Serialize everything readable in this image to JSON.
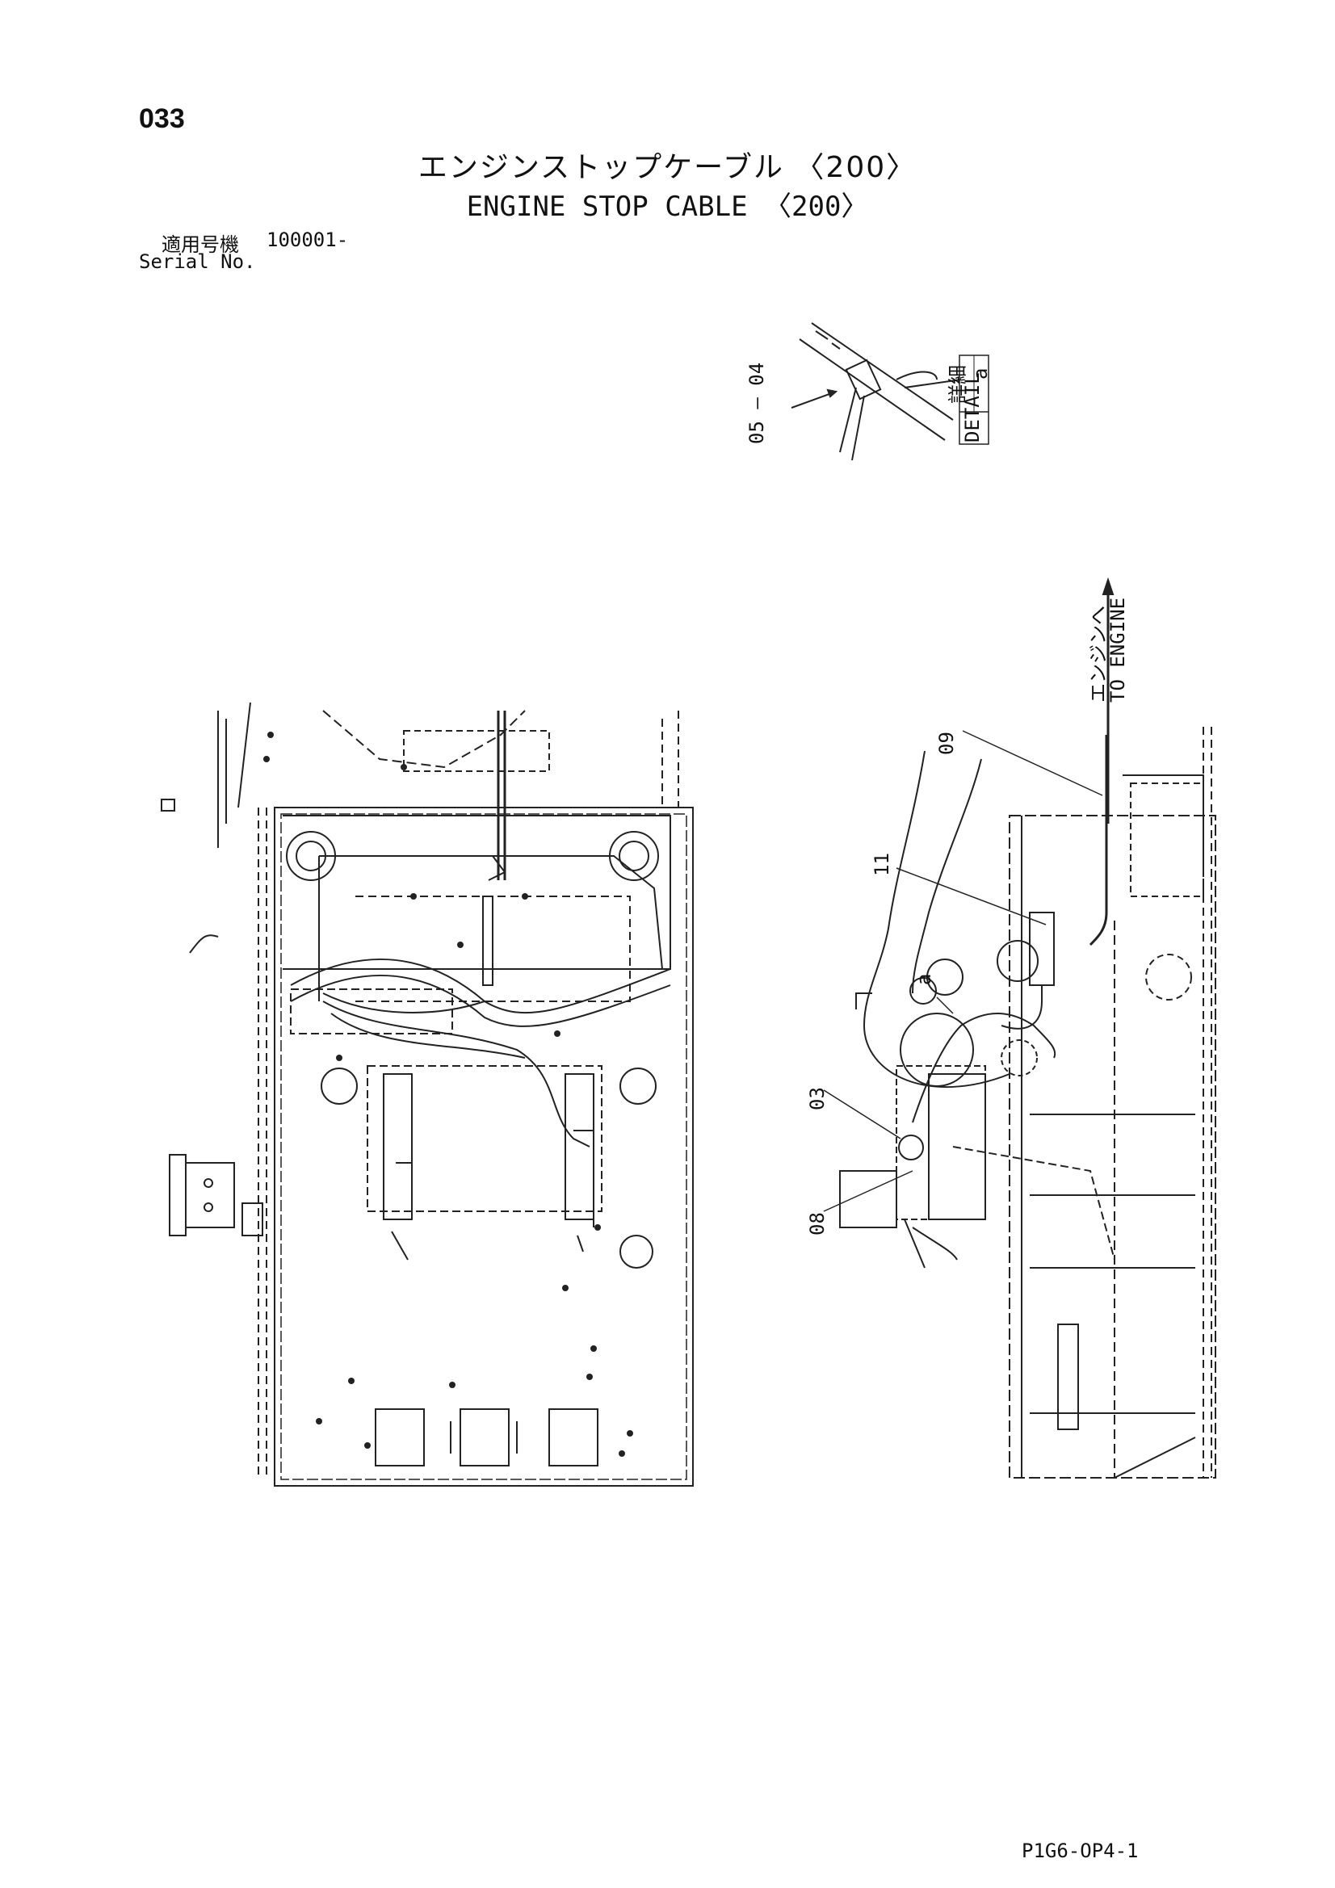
{
  "header": {
    "page_number": "033",
    "title_ja": "エンジンストップケーブル 〈200〉",
    "title_en": "ENGINE STOP CABLE 〈200〉",
    "serial_label_ja": "適用号機",
    "serial_value": "100001-",
    "serial_label_en": "Serial No."
  },
  "detail": {
    "label_ja": "詳細",
    "label_en": "DETAIL",
    "letter": "a",
    "part_range": "05 — 04"
  },
  "callouts": {
    "p09": "09",
    "p11": "11",
    "p03": "03",
    "p08": "08",
    "marker": "a"
  },
  "engine_arrow": {
    "label_ja": "エンジンへ",
    "label_en": "TO ENGINE"
  },
  "footer": {
    "doc_code": "P1G6-OP4-1"
  }
}
